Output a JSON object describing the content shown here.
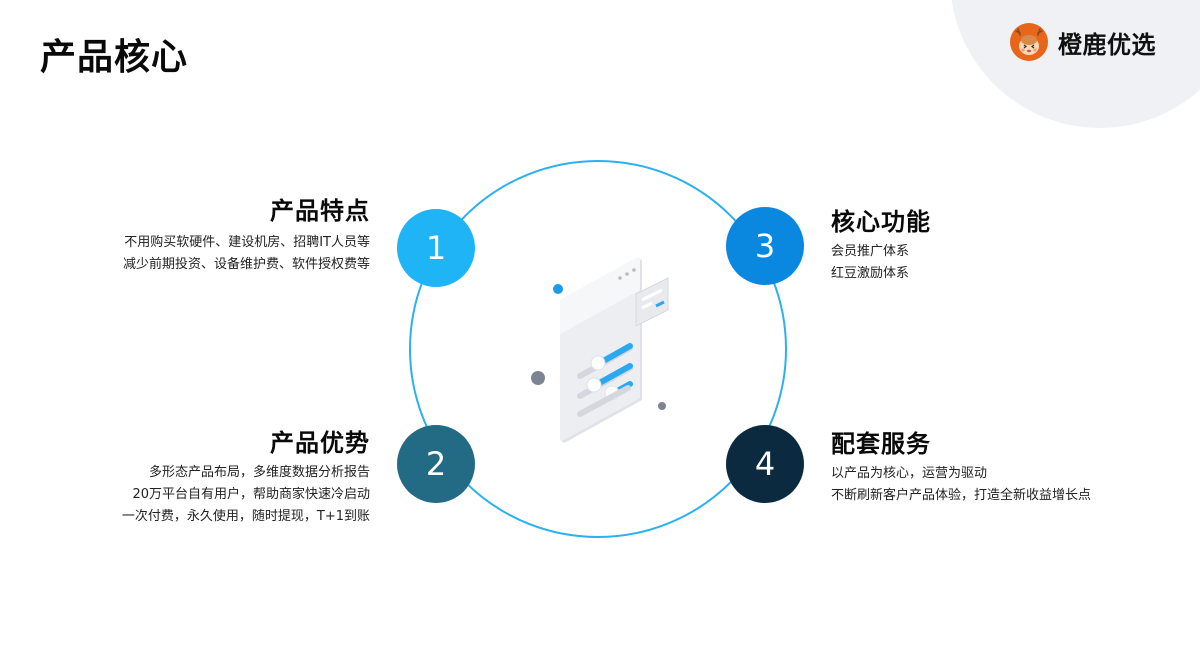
{
  "header": {
    "title": "产品核心",
    "brand_name": "橙鹿优选",
    "brand_logo_icon": "deer-mascot-icon"
  },
  "colors": {
    "ring": "#2bb0f0",
    "circle_1": "#1fb4f5",
    "circle_2": "#236b84",
    "circle_3": "#0a88e0",
    "circle_4": "#0b2a40",
    "corner_bg": "#f0f1f4",
    "brand_orange": "#e8661a"
  },
  "items": [
    {
      "number": "1",
      "title": "产品特点",
      "lines": [
        "不用购买软硬件、建设机房、招聘IT人员等",
        "减少前期投资、设备维护费、软件授权费等"
      ]
    },
    {
      "number": "2",
      "title": "产品优势",
      "lines": [
        "多形态产品布局，多维度数据分析报告",
        "20万平台自有用户，帮助商家快速冷启动",
        "一次付费，永久使用，随时提现，T+1到账"
      ]
    },
    {
      "number": "3",
      "title": "核心功能",
      "lines": [
        "会员推广体系",
        "红豆激励体系"
      ]
    },
    {
      "number": "4",
      "title": "配套服务",
      "lines": [
        "以产品为核心，运营为驱动",
        "不断刷新客户产品体验，打造全新收益增长点"
      ]
    }
  ],
  "illustration": {
    "icon": "settings-panel-sliders-icon"
  }
}
